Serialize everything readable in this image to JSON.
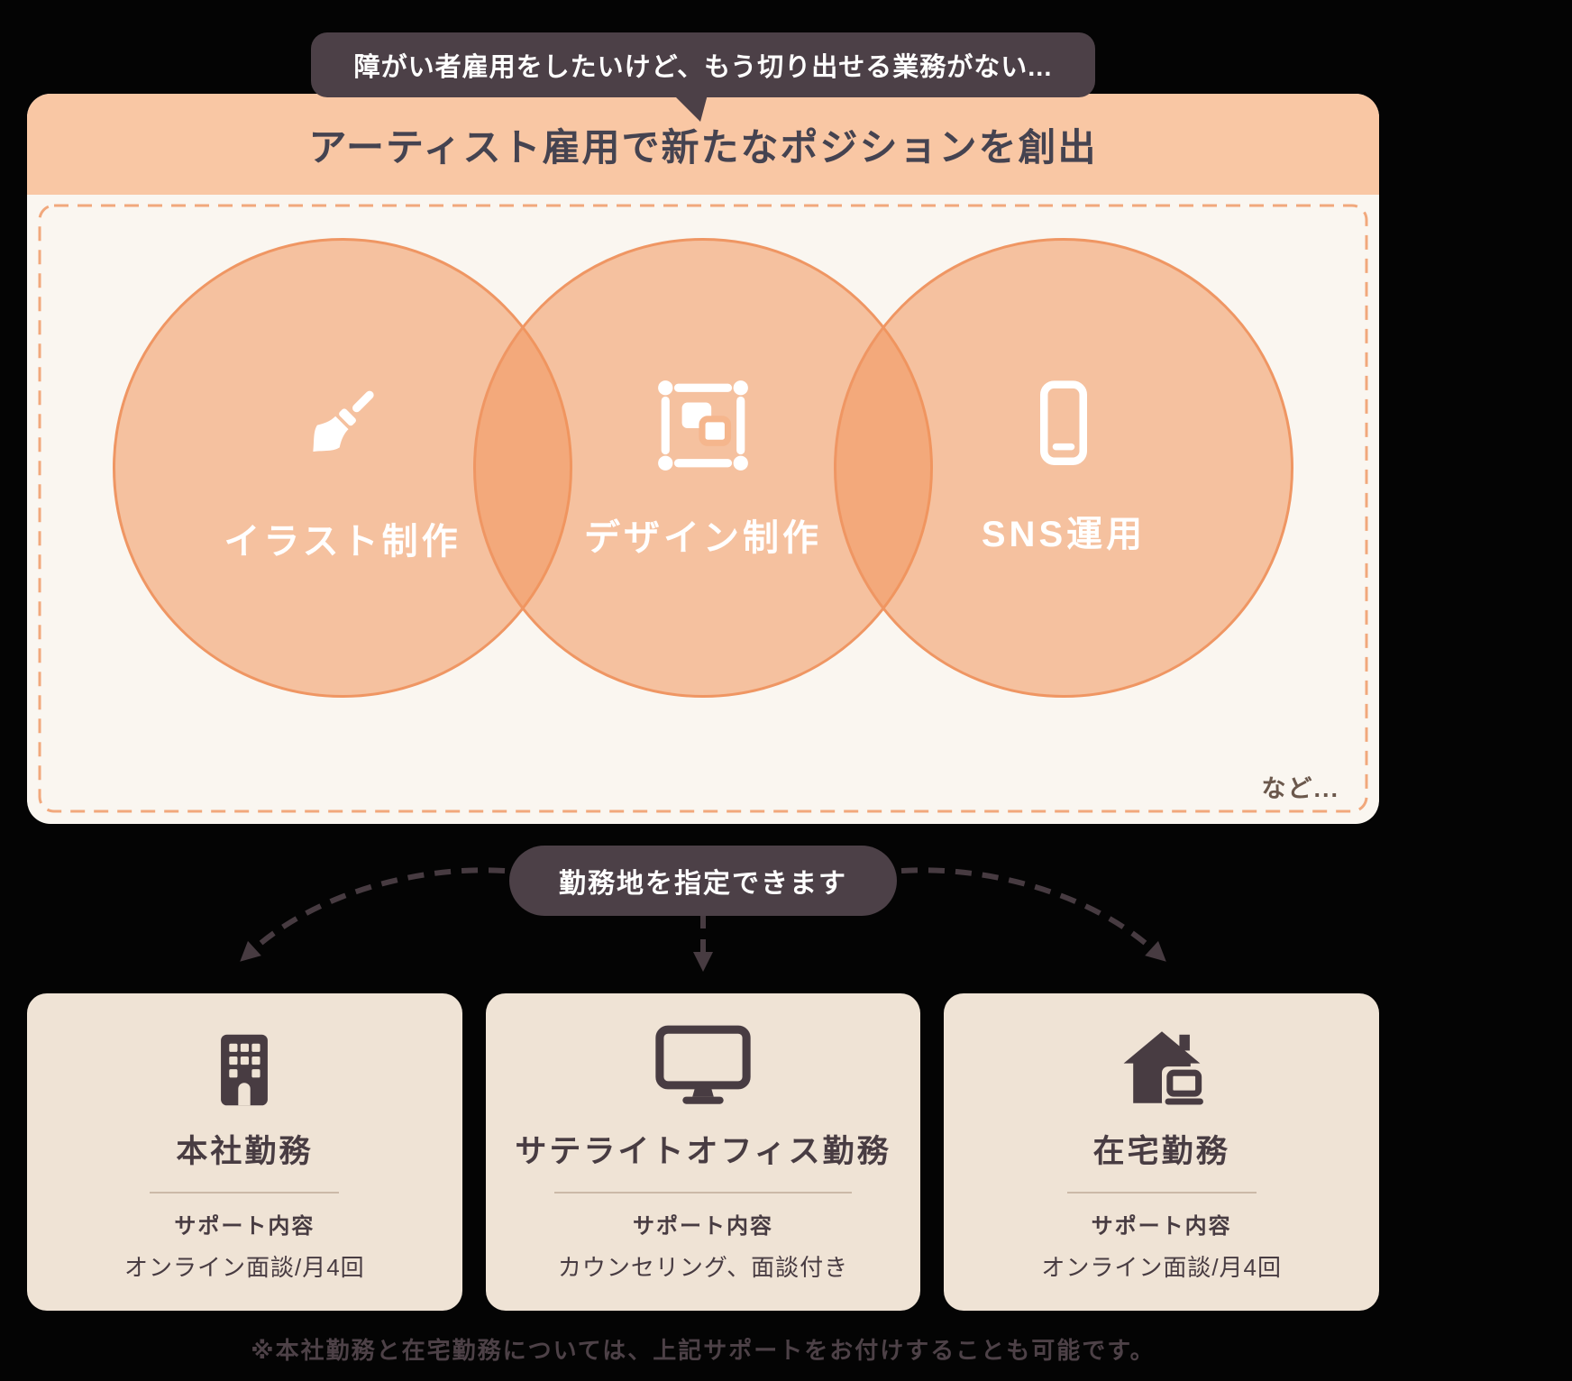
{
  "top_bubble": {
    "label": "障がい者雇用をしたいけど、もう切り出せる業務がない..."
  },
  "main_card": {
    "title": "アーティスト雇用で新たなポジションを創出",
    "circles": [
      {
        "icon": "paintbrush-icon",
        "label": "イラスト制作"
      },
      {
        "icon": "design-frame-icon",
        "label": "デザイン制作"
      },
      {
        "icon": "smartphone-icon",
        "label": "SNS運用"
      }
    ],
    "etc_label": "など..."
  },
  "location_pill": {
    "label": "勤務地を指定できます"
  },
  "work_cards": [
    {
      "icon": "office-building-icon",
      "title": "本社勤務",
      "support_heading": "サポート内容",
      "support_detail": "オンライン面談/月4回"
    },
    {
      "icon": "desktop-monitor-icon",
      "title": "サテライトオフィス勤務",
      "support_heading": "サポート内容",
      "support_detail": "カウンセリング、面談付き"
    },
    {
      "icon": "home-remote-icon",
      "title": "在宅勤務",
      "support_heading": "サポート内容",
      "support_detail": "オンライン面談/月4回"
    }
  ],
  "footnote": "※本社勤務と在宅勤務については、上記サポートをお付けすることも可能です。",
  "colors": {
    "background": "#000000",
    "header_peach": "#F9C7A4",
    "body_cream": "#FAF6F0",
    "circle_orange": "#F0965C",
    "circle_border": "#EF9663",
    "dark_plum": "#4C4047",
    "beige_card": "#EFE3D5",
    "dark_text": "#483C42",
    "etc_text": "#6B584C"
  }
}
